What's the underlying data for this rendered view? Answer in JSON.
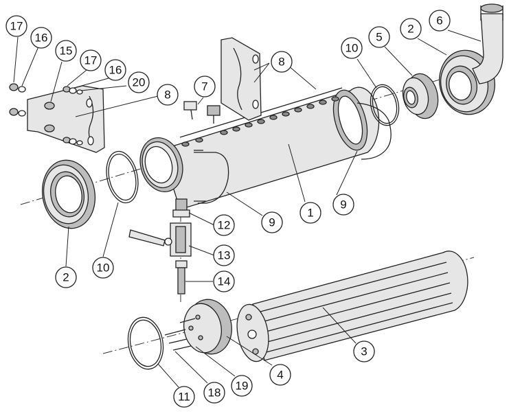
{
  "diagram": {
    "type": "exploded-parts-view",
    "callouts": [
      {
        "id": "c17a",
        "label": "17"
      },
      {
        "id": "c16a",
        "label": "16"
      },
      {
        "id": "c15",
        "label": "15"
      },
      {
        "id": "c17b",
        "label": "17"
      },
      {
        "id": "c16b",
        "label": "16"
      },
      {
        "id": "c20",
        "label": "20"
      },
      {
        "id": "c8a",
        "label": "8"
      },
      {
        "id": "c7",
        "label": "7"
      },
      {
        "id": "c8b",
        "label": "8"
      },
      {
        "id": "c10a",
        "label": "10"
      },
      {
        "id": "c5",
        "label": "5"
      },
      {
        "id": "c2a",
        "label": "2"
      },
      {
        "id": "c6",
        "label": "6"
      },
      {
        "id": "c1",
        "label": "1"
      },
      {
        "id": "c9a",
        "label": "9"
      },
      {
        "id": "c9b",
        "label": "9"
      },
      {
        "id": "c12",
        "label": "12"
      },
      {
        "id": "c13",
        "label": "13"
      },
      {
        "id": "c14",
        "label": "14"
      },
      {
        "id": "c2b",
        "label": "2"
      },
      {
        "id": "c10b",
        "label": "10"
      },
      {
        "id": "c3",
        "label": "3"
      },
      {
        "id": "c4",
        "label": "4"
      },
      {
        "id": "c19",
        "label": "19"
      },
      {
        "id": "c18",
        "label": "18"
      },
      {
        "id": "c11",
        "label": "11"
      }
    ]
  }
}
